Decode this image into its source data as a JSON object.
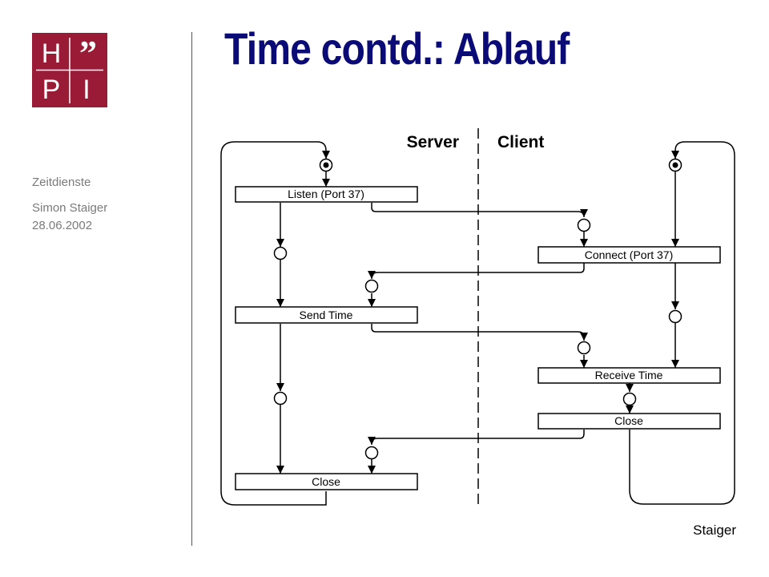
{
  "slide": {
    "title": "Time contd.: Ablauf",
    "footer": "Staiger"
  },
  "logo": {
    "letters": [
      "H",
      "”",
      "P",
      "I"
    ],
    "color": "#9a1b35"
  },
  "sidebar": {
    "topic": "Zeitdienste",
    "author": "Simon Staiger",
    "date": "28.06.2002"
  },
  "diagram": {
    "column_labels": {
      "server": "Server",
      "client": "Client"
    },
    "server_steps": [
      "Listen (Port 37)",
      "Send Time",
      "Close"
    ],
    "client_steps": [
      "Connect (Port 37)",
      "Receive Time",
      "Close"
    ]
  }
}
